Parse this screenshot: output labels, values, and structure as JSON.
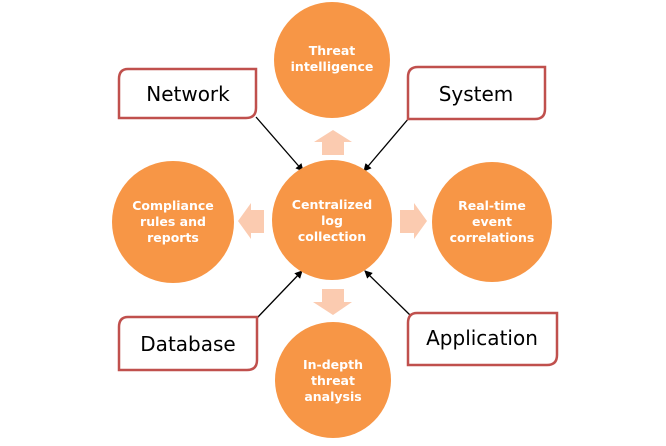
{
  "diagram": {
    "center": {
      "lines": [
        "Centralized",
        "log",
        "collection"
      ]
    },
    "outputs": [
      {
        "id": "top",
        "lines": [
          "Threat",
          "intelligence"
        ]
      },
      {
        "id": "left",
        "lines": [
          "Compliance",
          "rules and",
          "reports"
        ]
      },
      {
        "id": "right",
        "lines": [
          "Real-time",
          "event",
          "correlations"
        ]
      },
      {
        "id": "bottom",
        "lines": [
          "In-depth",
          "threat",
          "analysis"
        ]
      }
    ],
    "sources": [
      {
        "id": "network",
        "label": "Network"
      },
      {
        "id": "system",
        "label": "System"
      },
      {
        "id": "database",
        "label": "Database"
      },
      {
        "id": "application",
        "label": "Application"
      }
    ],
    "colors": {
      "circle_fill": "#F79646",
      "flow_arrow": "#FBCBB0",
      "box_border": "#C0504D",
      "connector": "#000000"
    }
  }
}
